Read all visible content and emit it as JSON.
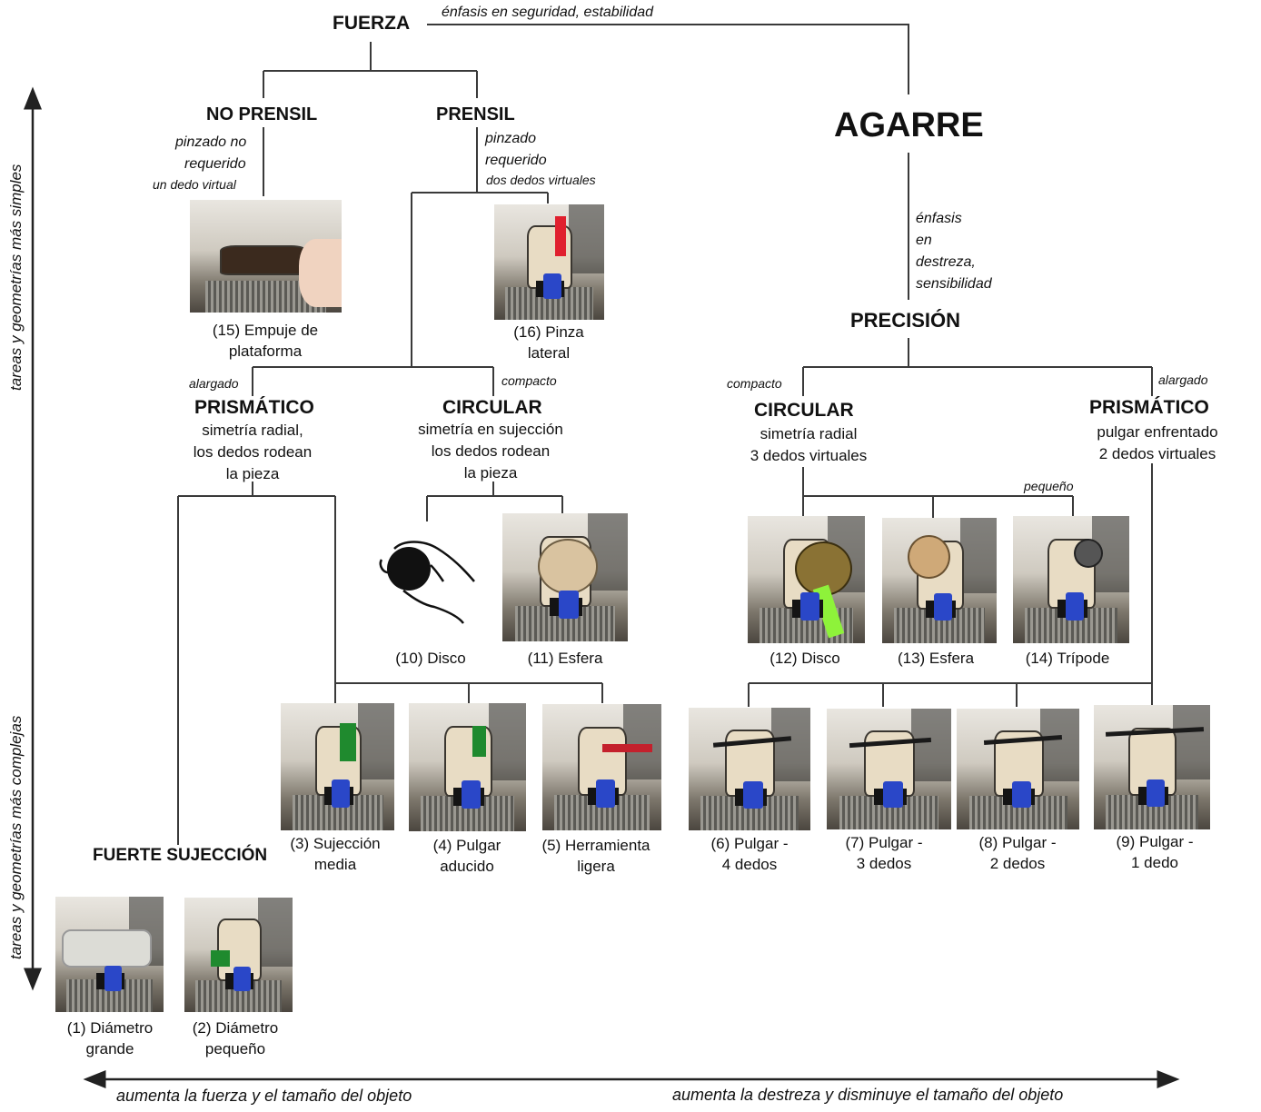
{
  "nodes": {
    "fuerza": "FUERZA",
    "agarre": "AGARRE",
    "no_prensil": "NO PRENSIL",
    "prensil": "PRENSIL",
    "precision": "PRECISIÓN",
    "prismatico_f": "PRISMÁTICO",
    "circular_f": "CIRCULAR",
    "circular_p": "CIRCULAR",
    "prismatico_p": "PRISMÁTICO",
    "fuerte_sujecion": "FUERTE SUJECCIÓN"
  },
  "notes": {
    "fuerza_enfasis": "énfasis en seguridad, estabilidad",
    "no_prensil_l1": "pinzado no",
    "no_prensil_l2": "requerido",
    "no_prensil_l3": "un dedo virtual",
    "prensil_l1": "pinzado",
    "prensil_l2": "requerido",
    "prensil_l3": "dos dedos virtuales",
    "agarre_l1": "énfasis",
    "agarre_l2": "en",
    "agarre_l3": "destreza,",
    "agarre_l4": "sensibilidad",
    "alargado_f": "alargado",
    "compacto_f": "compacto",
    "compacto_p": "compacto",
    "alargado_p": "alargado",
    "pequeno": "pequeño"
  },
  "descriptions": {
    "prismatico_f_l1": "simetría radial,",
    "prismatico_f_l2": "los dedos rodean",
    "prismatico_f_l3": "la pieza",
    "circular_f_l1": "simetría en sujección",
    "circular_f_l2": "los dedos rodean",
    "circular_f_l3": "la pieza",
    "circular_p_l1": "simetría radial",
    "circular_p_l2": "3 dedos virtuales",
    "prismatico_p_l1": "pulgar enfrentado",
    "prismatico_p_l2": "2 dedos virtuales"
  },
  "captions": {
    "c15_l1": "(15) Empuje de",
    "c15_l2": "plataforma",
    "c16_l1": "(16) Pinza",
    "c16_l2": "lateral",
    "c10": "(10) Disco",
    "c11": "(11) Esfera",
    "c12": "(12) Disco",
    "c13": "(13) Esfera",
    "c14": "(14) Trípode",
    "c3_l1": "(3) Sujección",
    "c3_l2": "media",
    "c4_l1": "(4) Pulgar",
    "c4_l2": "aducido",
    "c5_l1": "(5) Herramienta",
    "c5_l2": "ligera",
    "c6_l1": "(6) Pulgar -",
    "c6_l2": "4 dedos",
    "c7_l1": "(7) Pulgar  -",
    "c7_l2": "3 dedos",
    "c8_l1": "(8) Pulgar  -",
    "c8_l2": "2 dedos",
    "c9_l1": "(9) Pulgar  -",
    "c9_l2": "1 dedo",
    "c1_l1": "(1) Diámetro",
    "c1_l2": "grande",
    "c2_l1": "(2) Diámetro",
    "c2_l2": "pequeño"
  },
  "axes": {
    "vertical_top": "tareas y geometrías más simples",
    "vertical_bottom": "tareas y geometrías más complejas",
    "horizontal_left": "aumenta la fuerza y el tamaño del objeto",
    "horizontal_right": "aumenta  la destreza y disminuye el tamaño del objeto"
  },
  "colors": {
    "line": "#3a3a3a",
    "hand_body": "#e8dcc4",
    "wrist_blue": "#2a47c8"
  },
  "icons": {
    "disc_grasp": "hand-holding-ball-icon"
  }
}
